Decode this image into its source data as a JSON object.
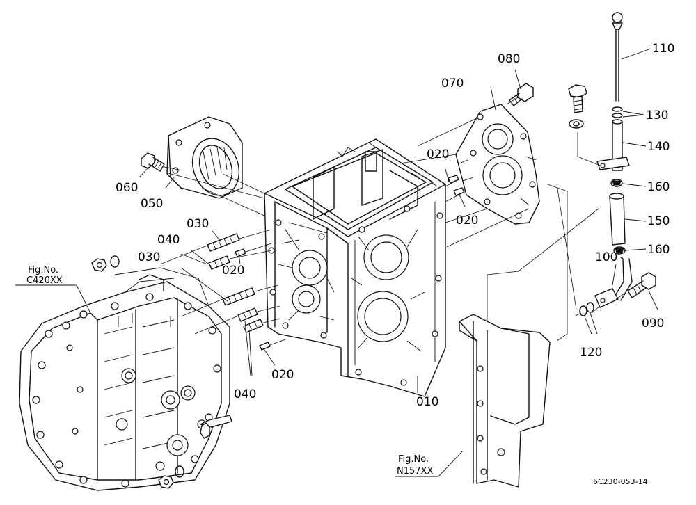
{
  "callouts": {
    "c010": "010",
    "c020a": "020",
    "c020b": "020",
    "c020c": "020",
    "c020d": "020",
    "c030a": "030",
    "c030b": "030",
    "c040a": "040",
    "c040b": "040",
    "c050": "050",
    "c060": "060",
    "c070": "070",
    "c080": "080",
    "c090": "090",
    "c100": "100",
    "c110": "110",
    "c120": "120",
    "c130": "130",
    "c140": "140",
    "c150": "150",
    "c160a": "160",
    "c160b": "160"
  },
  "fig_refs": {
    "c420": {
      "line1": "Fig.No.",
      "line2": "C420XX"
    },
    "n157": {
      "line1": "Fig.No.",
      "line2": "N157XX"
    }
  },
  "drawing_code": "6C230-053-14"
}
